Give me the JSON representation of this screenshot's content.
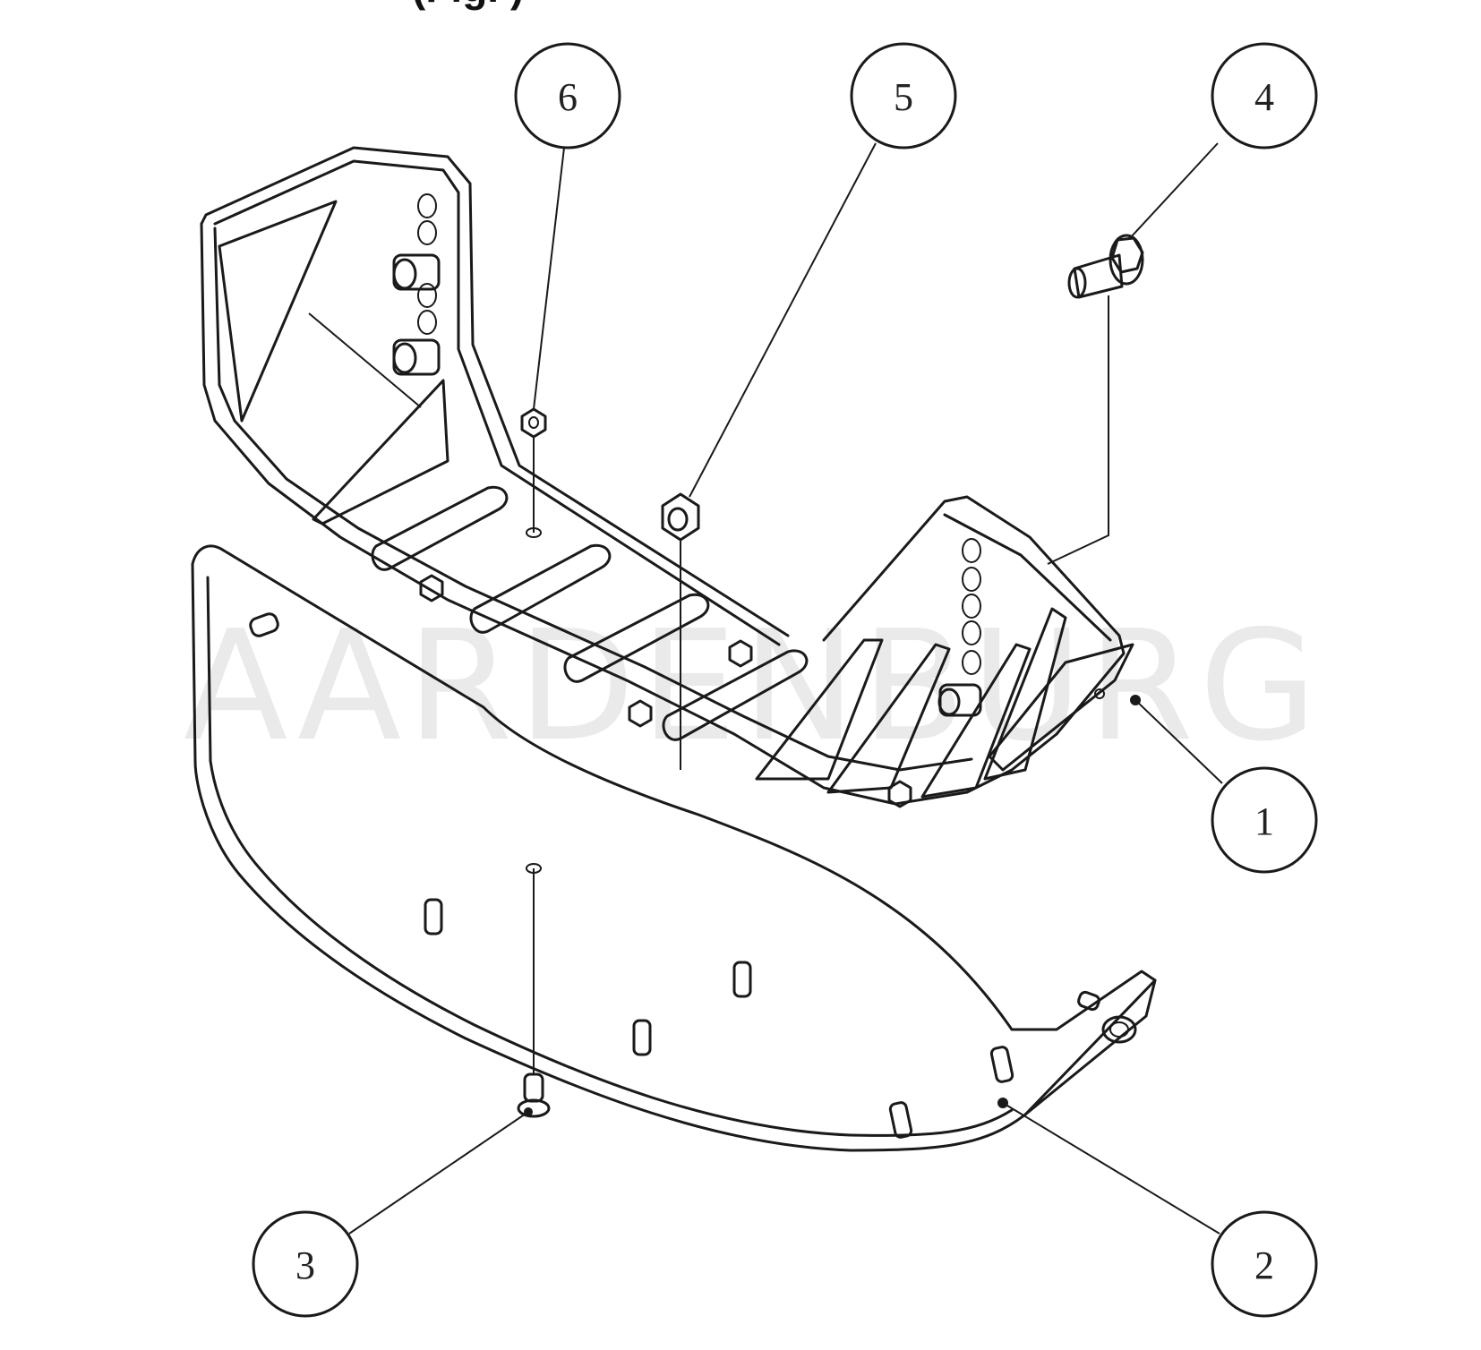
{
  "header": {
    "partial_title": "(Fig. )"
  },
  "watermark": {
    "text": "AARDENBURG"
  },
  "callouts": [
    {
      "number": "1",
      "part": "main-frame"
    },
    {
      "number": "2",
      "part": "skid-plate"
    },
    {
      "number": "3",
      "part": "carriage-bolt"
    },
    {
      "number": "4",
      "part": "flange-bolt"
    },
    {
      "number": "5",
      "part": "large-nut"
    },
    {
      "number": "6",
      "part": "small-nut"
    }
  ]
}
